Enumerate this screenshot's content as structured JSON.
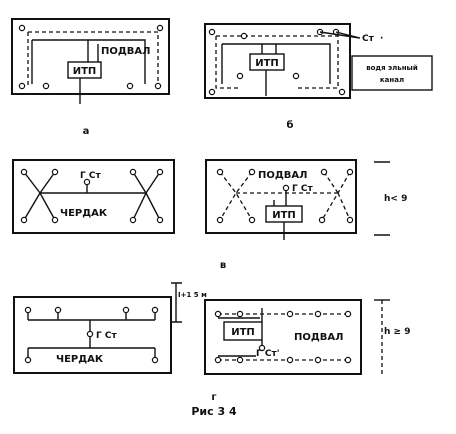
{
  "labels": {
    "podval": "ПОДВАЛ",
    "itp": "ИТП",
    "st": "Ст",
    "kanal_line1": "водя эльный",
    "kanal_line2": "канал",
    "gst": "Г Ст",
    "cherdak": "ЧЕРДАК",
    "h_lt": "h< 9",
    "h_ge": "h ≥ 9",
    "height_note": "I+1 5 м",
    "gst_prime": "Г Ст'"
  },
  "captions": {
    "a": "а",
    "b": "б",
    "v": "в",
    "g": "г",
    "figure": "Рис 3 4"
  }
}
